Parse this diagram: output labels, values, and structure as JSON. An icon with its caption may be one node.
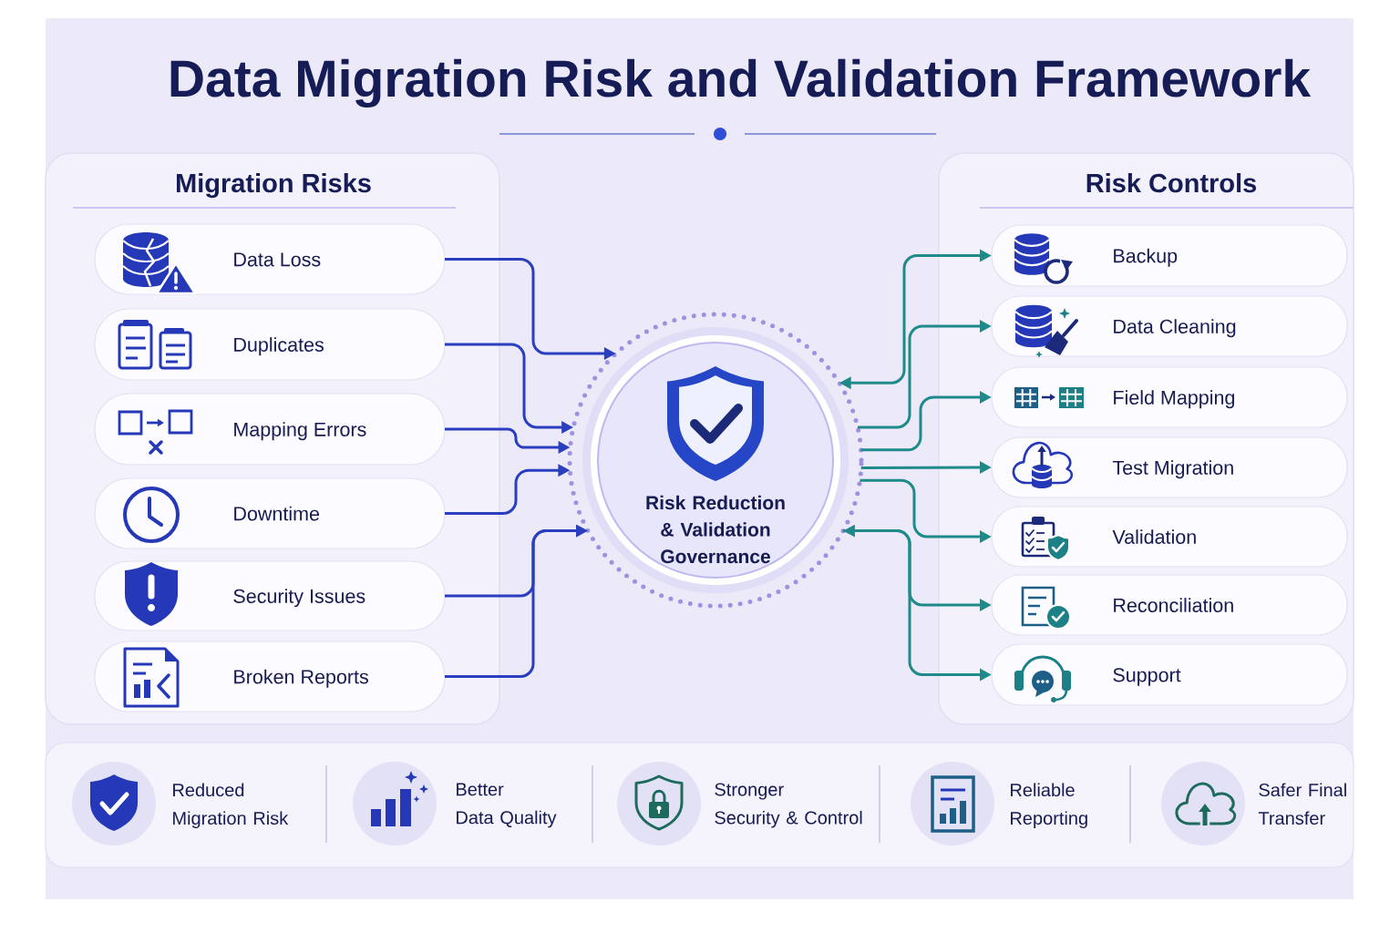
{
  "diagram": {
    "title": "Data Migration Risk and Validation Framework",
    "nodes": [
      {
        "text": [
          "Migration Risks"
        ]
      },
      {
        "text": [
          "Data Loss"
        ],
        "in": 0
      },
      {
        "text": [
          "Duplicates"
        ],
        "in": 0
      },
      {
        "text": [
          "Mapping Errors"
        ],
        "in": 0
      },
      {
        "text": [
          "Downtime"
        ],
        "in": 0
      },
      {
        "text": [
          "Security Issues"
        ],
        "in": 0
      },
      {
        "text": [
          "Broken Reports"
        ],
        "in": 0
      },
      {
        "text": [
          "Risk Reduction & Validation Governance"
        ]
      },
      {
        "text": [
          "Risk Controls"
        ]
      },
      {
        "text": [
          "Backup"
        ],
        "in": 8
      },
      {
        "text": [
          "Data Cleaning"
        ],
        "in": 8
      },
      {
        "text": [
          "Field Mapping"
        ],
        "in": 8
      },
      {
        "text": [
          "Test Migration"
        ],
        "in": 8
      },
      {
        "text": [
          "Validation"
        ],
        "in": 8
      },
      {
        "text": [
          "Reconciliation"
        ],
        "in": 8
      },
      {
        "text": [
          "Support"
        ],
        "in": 8
      },
      {
        "text": [
          "Reduced Migration Risk",
          "Better Data Quality",
          "Stronger Security & Control",
          "Reliable Reporting",
          "Safer Final Transfer"
        ]
      }
    ],
    "edges": [
      {
        "from": 1,
        "to": 7,
        "arrow": "to",
        "color": "#2a3fbf"
      },
      {
        "from": 2,
        "to": 7,
        "arrow": "to",
        "color": "#2a3fbf"
      },
      {
        "from": 3,
        "to": 7,
        "arrow": "to",
        "color": "#2a3fbf"
      },
      {
        "from": 4,
        "to": 7,
        "arrow": "to",
        "color": "#2a3fbf"
      },
      {
        "from": 5,
        "to": 7,
        "arrow": "to",
        "color": "#2a3fbf"
      },
      {
        "from": 6,
        "to": 7,
        "arrow": "to",
        "color": "#2a3fbf"
      },
      {
        "from": 7,
        "to": 9,
        "arrow": "both"
      },
      {
        "from": 7,
        "to": 10,
        "arrow": "to"
      },
      {
        "from": 7,
        "to": 11,
        "arrow": "to"
      },
      {
        "from": 7,
        "to": 12,
        "arrow": "to"
      },
      {
        "from": 7,
        "to": 13,
        "arrow": "to"
      },
      {
        "from": 7,
        "to": 14,
        "arrow": "both"
      },
      {
        "from": 7,
        "to": 15,
        "arrow": "to"
      }
    ]
  }
}
